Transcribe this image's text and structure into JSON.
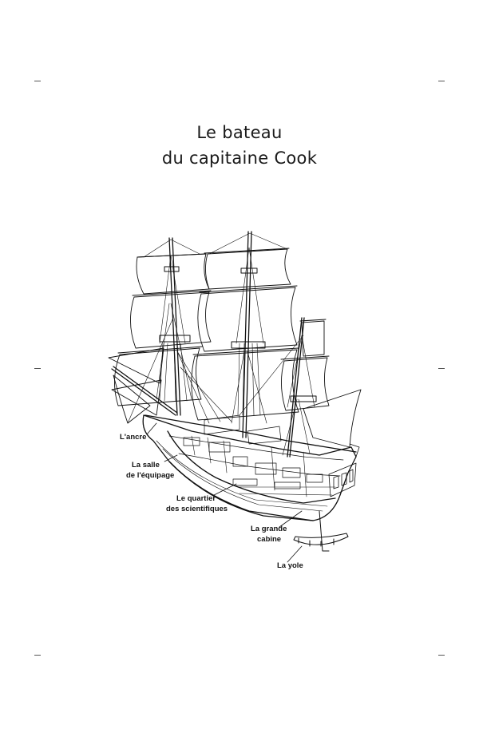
{
  "page": {
    "title_line1": "Le bateau",
    "title_line2": "du capitaine Cook"
  },
  "labels": {
    "ancre": "L'ancre",
    "salle_line1": "La salle",
    "salle_line2": "de l'équipage",
    "quartier_line1": "Le quartier",
    "quartier_line2": "des scientifiques",
    "cabine_line1": "La grande",
    "cabine_line2": "cabine",
    "yole": "La yole"
  },
  "colors": {
    "ink": "#111111",
    "paper": "#ffffff"
  }
}
